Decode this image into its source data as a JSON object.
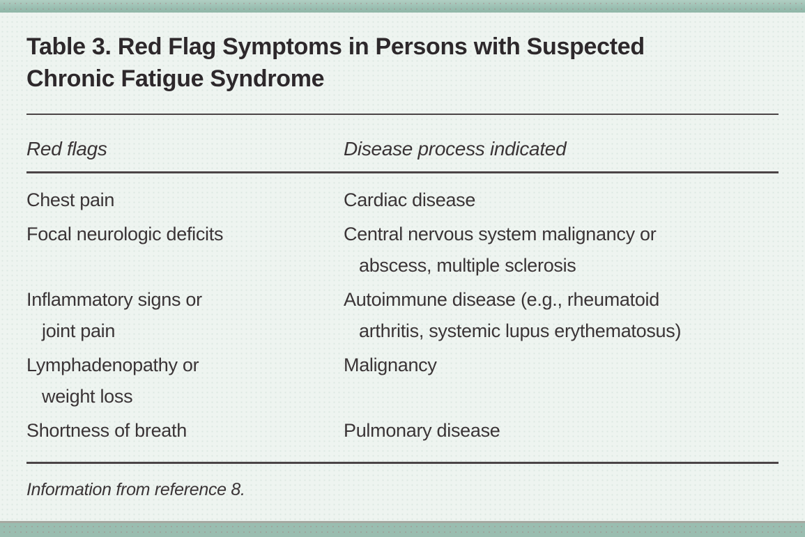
{
  "table": {
    "title_lines": [
      "Table 3. Red Flag Symptoms in Persons with Suspected",
      "Chronic Fatigue Syndrome"
    ],
    "headers": [
      "Red flags",
      "Disease process indicated"
    ],
    "rows": [
      {
        "red_flag": "Chest pain",
        "disease": "Cardiac disease"
      },
      {
        "red_flag": "Focal neurologic deficits",
        "disease": [
          "Central nervous system malignancy or",
          "abscess, multiple sclerosis"
        ]
      },
      {
        "red_flag": [
          "Inflammatory signs or",
          "joint pain"
        ],
        "disease": [
          "Autoimmune disease (e.g., rheumatoid",
          "arthritis, systemic lupus erythematosus)"
        ]
      },
      {
        "red_flag": [
          "Lymphadenopathy or",
          "weight loss"
        ],
        "disease": "Malignancy"
      },
      {
        "red_flag": "Shortness of breath",
        "disease": "Pulmonary disease"
      }
    ],
    "footnote": "Information from reference 8."
  },
  "chart_data": {
    "type": "table",
    "title": "Table 3. Red Flag Symptoms in Persons with Suspected Chronic Fatigue Syndrome",
    "columns": [
      "Red flags",
      "Disease process indicated"
    ],
    "rows": [
      [
        "Chest pain",
        "Cardiac disease"
      ],
      [
        "Focal neurologic deficits",
        "Central nervous system malignancy or abscess, multiple sclerosis"
      ],
      [
        "Inflammatory signs or joint pain",
        "Autoimmune disease (e.g., rheumatoid arthritis, systemic lupus erythematosus)"
      ],
      [
        "Lymphadenopathy or weight loss",
        "Malignancy"
      ],
      [
        "Shortness of breath",
        "Pulmonary disease"
      ]
    ],
    "footnote": "Information from reference 8."
  },
  "colors": {
    "accent_bar_teal": "#9cc0b3",
    "page_background": "#eef4f0",
    "title_text": "#2d282b",
    "body_text": "#3a3436",
    "rule": "#4b4446"
  }
}
